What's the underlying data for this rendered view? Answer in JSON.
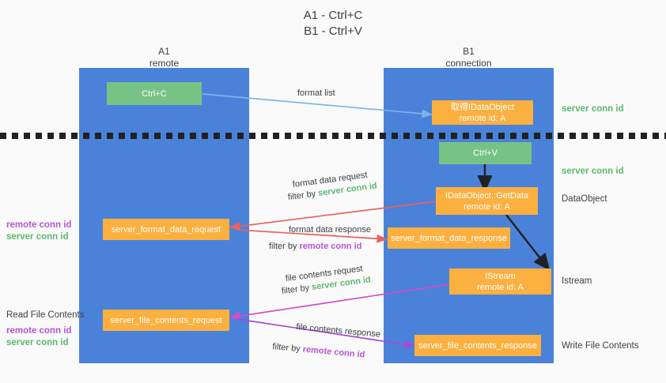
{
  "title": {
    "line1": "A1 - Ctrl+C",
    "line2": "B1 - Ctrl+V"
  },
  "lanes": [
    {
      "id": "a1",
      "name": "A1",
      "sub": "remote"
    },
    {
      "id": "b1",
      "name": "B1",
      "sub": "connection"
    }
  ],
  "nodes": {
    "ctrl_c": {
      "line1": "Ctrl+C",
      "line2": ""
    },
    "idataobject": {
      "line1": "取得IDataObject",
      "line2": "remote id: A"
    },
    "ctrl_v": {
      "line1": "Ctrl+V",
      "line2": ""
    },
    "getdata": {
      "line1": "IDataObject::GetData",
      "line2": "remote id: A"
    },
    "fmt_req": {
      "line1": "server_format_data_request",
      "line2": ""
    },
    "fmt_res": {
      "line1": "server_format_data_response",
      "line2": ""
    },
    "istream": {
      "line1": "IStream",
      "line2": "remote id: A"
    },
    "file_req": {
      "line1": "server_file_contents_request",
      "line2": ""
    },
    "file_res": {
      "line1": "server_file_contents_response",
      "line2": ""
    }
  },
  "edge_labels": {
    "format_list": "format list",
    "format_data_request": "format data request",
    "format_data_request_filter_prefix": "filter by ",
    "format_data_request_filter_key": "server conn id",
    "format_data_response": "format data response",
    "format_data_response_filter_prefix": "filter by ",
    "format_data_response_filter_key": "remote conn id",
    "file_contents_request": "file contents request",
    "file_contents_request_filter_prefix": "filter by ",
    "file_contents_request_filter_key": "server conn id",
    "file_contents_response": "file contents response",
    "file_contents_response_filter_prefix": "filter by ",
    "file_contents_response_filter_key": "remote conn id"
  },
  "right_notes": {
    "server_conn_id_top": "server conn id",
    "server_conn_id_mid": "server conn id",
    "dataobject": "DataObject",
    "istream": "Istream",
    "write_file_contents": "Write File Contents"
  },
  "left_notes": {
    "remote_conn_id_mid": "remote conn id",
    "server_conn_id_mid": "server conn id",
    "read_file_contents": "Read File Contents",
    "remote_conn_id_bottom": "remote conn id",
    "server_conn_id_bottom": "server conn id"
  },
  "colors": {
    "lane_blue": "#4a82d9",
    "node_green": "#77c386",
    "node_orange": "#fbb040",
    "accent_green_text": "#5cb86e",
    "accent_purple_text": "#b455d6",
    "arrow_lightblue": "#7eb3e8",
    "arrow_red": "#e8635f",
    "arrow_magenta": "#d64bc8",
    "arrow_purple": "#a64bd6",
    "arrow_black": "#202124",
    "background": "#fafafa",
    "text_dark": "#3c4043"
  }
}
